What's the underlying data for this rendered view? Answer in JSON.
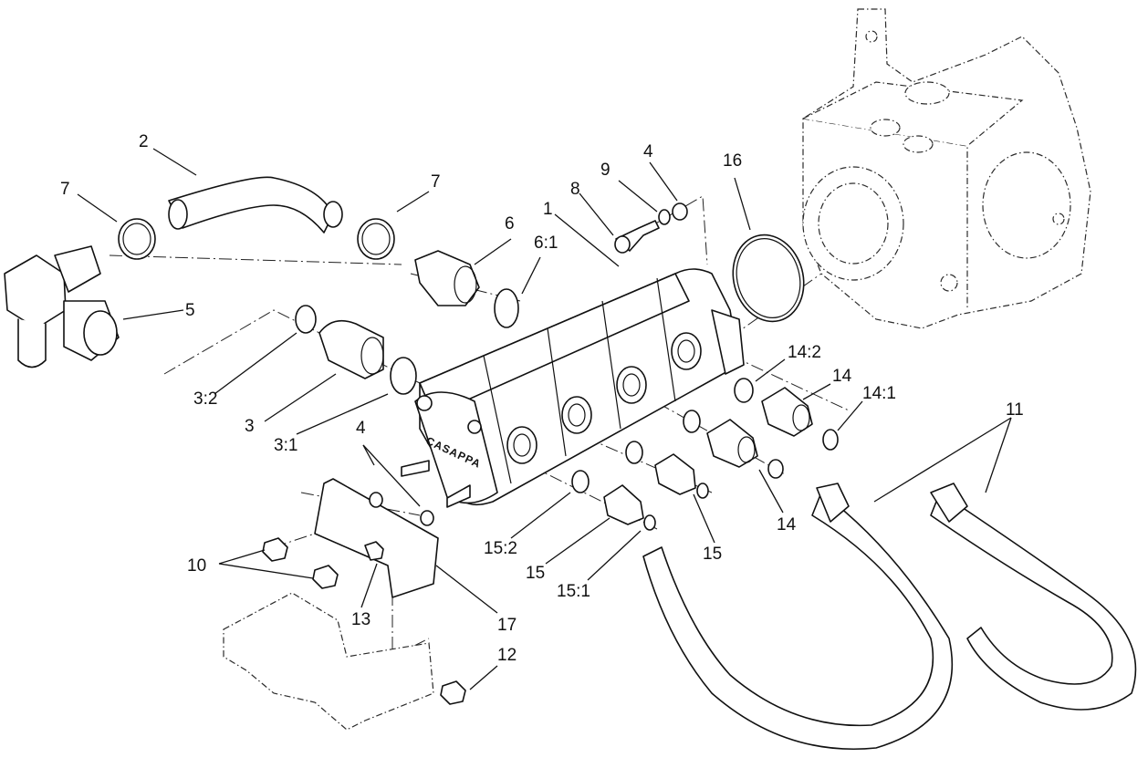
{
  "diagram": {
    "title": "",
    "brand_text": "CASAPPA",
    "callouts": [
      "1",
      "2",
      "3",
      "3:1",
      "3:2",
      "4",
      "4",
      "5",
      "6",
      "6:1",
      "7",
      "7",
      "8",
      "9",
      "10",
      "11",
      "12",
      "13",
      "14",
      "14",
      "14:1",
      "14:2",
      "15",
      "15",
      "15:1",
      "15:2",
      "16",
      "17"
    ]
  }
}
